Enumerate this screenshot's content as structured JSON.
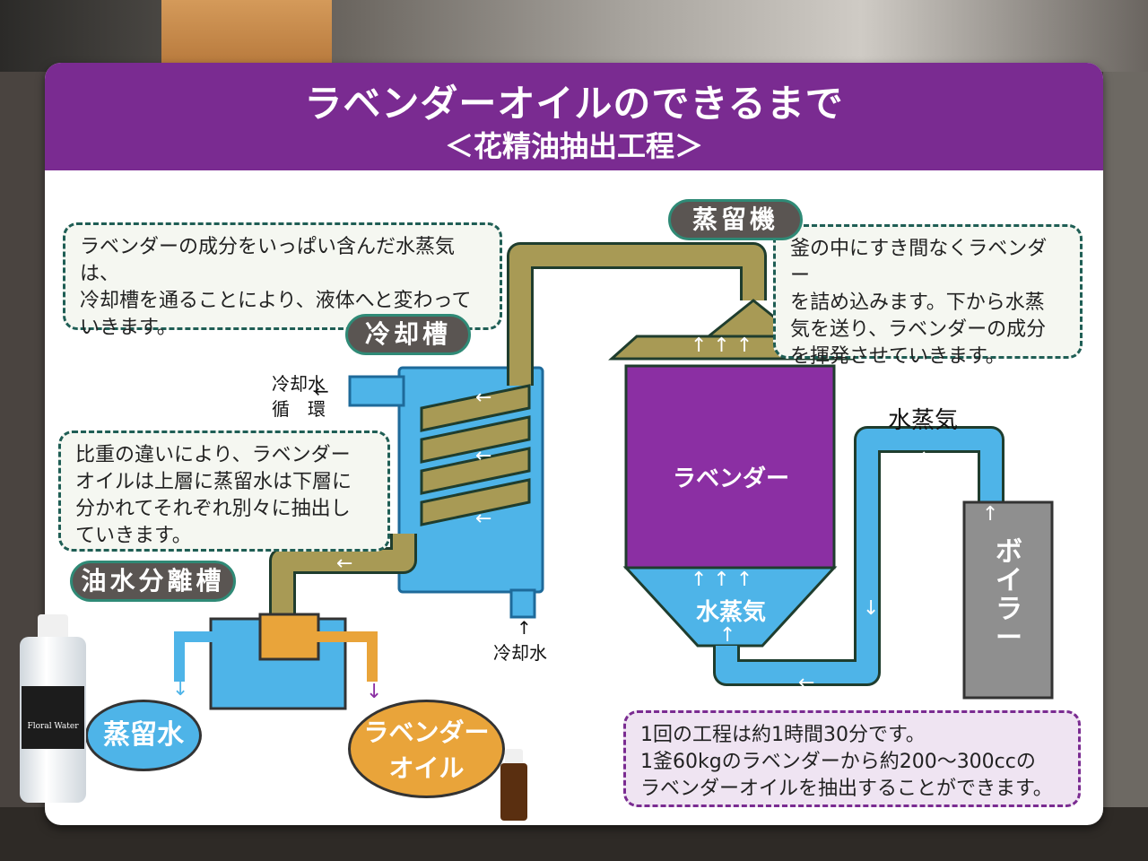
{
  "title": "ラベンダーオイルのできるまで",
  "subtitle": "＜花精油抽出工程＞",
  "notes": {
    "cooling": "ラベンダーの成分をいっぱい含んだ水蒸気は、\n冷却槽を通ることにより、液体へと変わって\nいきます。",
    "distiller": "釜の中にすき間なくラベンダー\nを詰め込みます。下から水蒸\n気を送り、ラベンダーの成分\nを揮発させていきます。",
    "separator": "比重の違いにより、ラベンダー\nオイルは上層に蒸留水は下層に\n分かれてそれぞれ別々に抽出し\nていきます。",
    "process": "1回の工程は約1時間30分です。\n1釜60kgのラベンダーから約200～300ccの\nラベンダーオイルを抽出することができます。"
  },
  "pills": {
    "distiller": "蒸留機",
    "cooling_tank": "冷却槽",
    "separator": "油水分離槽"
  },
  "labels": {
    "coolant_circulation_1": "冷却水",
    "coolant_circulation_2": "循　環",
    "coolant_in": "冷却水",
    "steam": "水蒸気",
    "lavender": "ラベンダー",
    "steam_in_tank": "水蒸気",
    "boiler": "ボイラー",
    "distilled_water": "蒸留水",
    "lavender_oil_1": "ラベンダー",
    "lavender_oil_2": "オイル"
  },
  "bottle_text": "Floral Water",
  "colors": {
    "header": "#7a2b91",
    "pipe_gold": "#a89a55",
    "water_blue": "#4eb4e8",
    "tank_purple": "#8b2fa3",
    "oil_orange": "#e9a43a",
    "boiler_gray": "#8f8f8f"
  }
}
